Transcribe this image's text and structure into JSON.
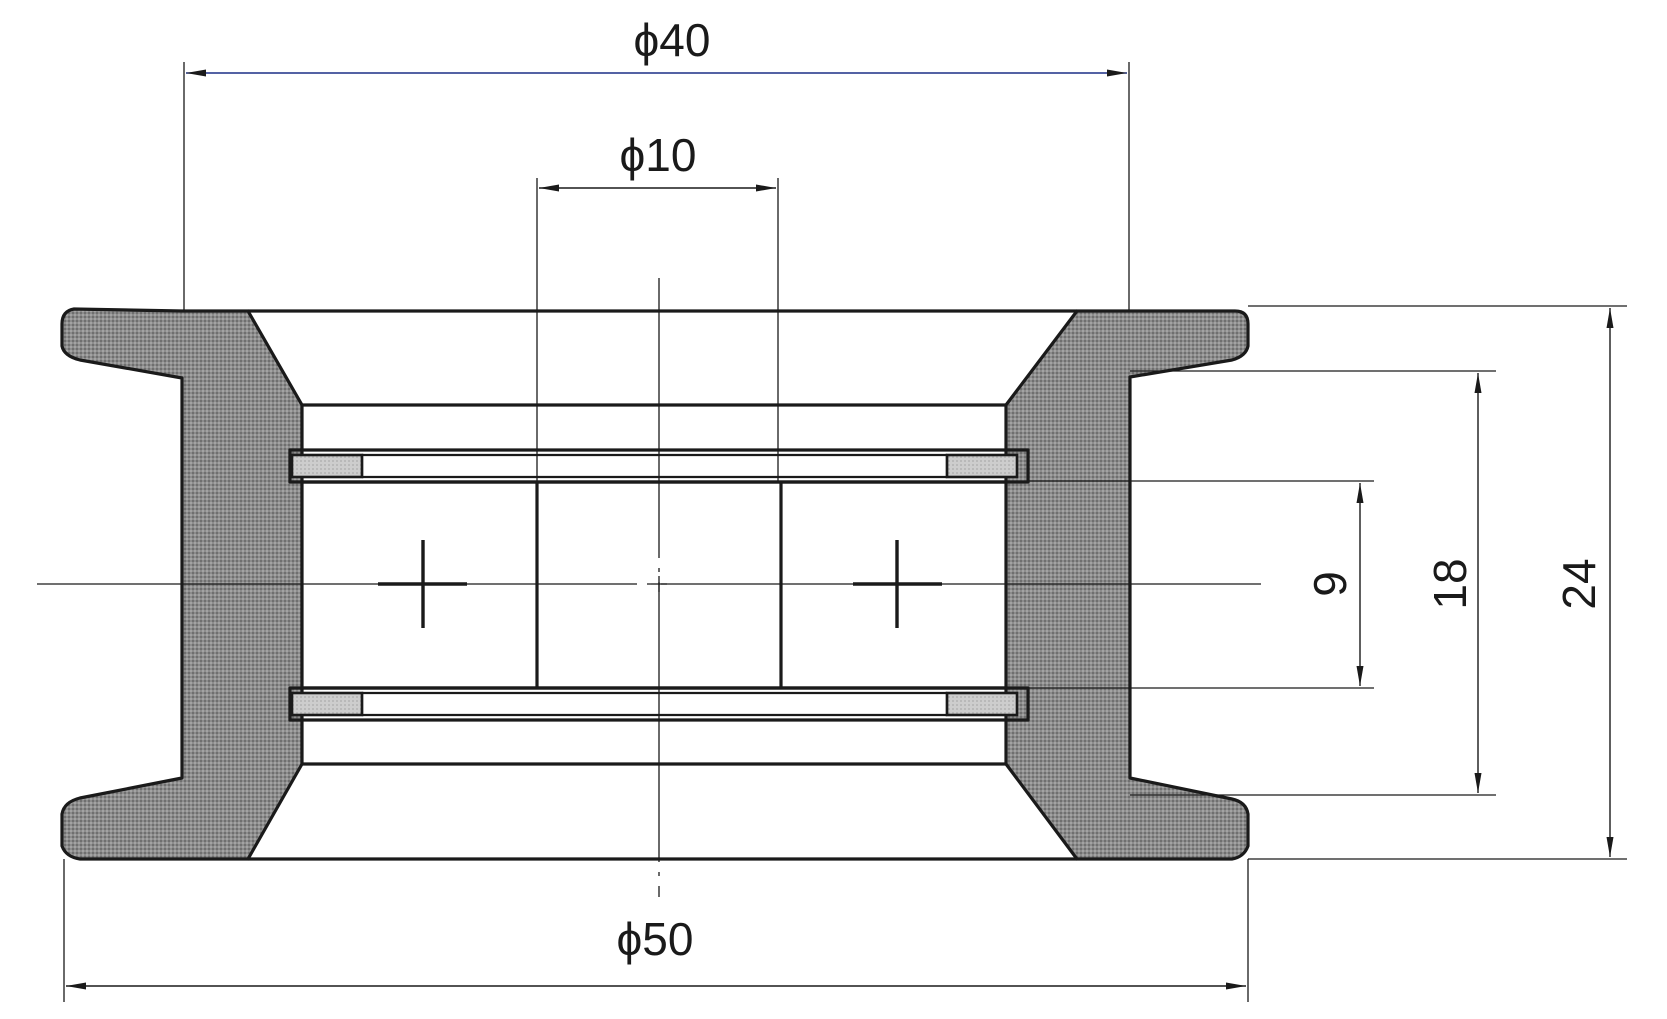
{
  "dimensions": {
    "outer_flange_diameter": "ϕ50",
    "inner_body_diameter": "ϕ40",
    "bore_diameter": "ϕ10",
    "total_width": "24",
    "groove_width": "18",
    "bearing_width": "9"
  },
  "colors": {
    "line": "#1a1a1a",
    "hatch": "#8a8a8a",
    "seal": "#c8c8c8",
    "accent_dimension": "#1b2f86"
  }
}
